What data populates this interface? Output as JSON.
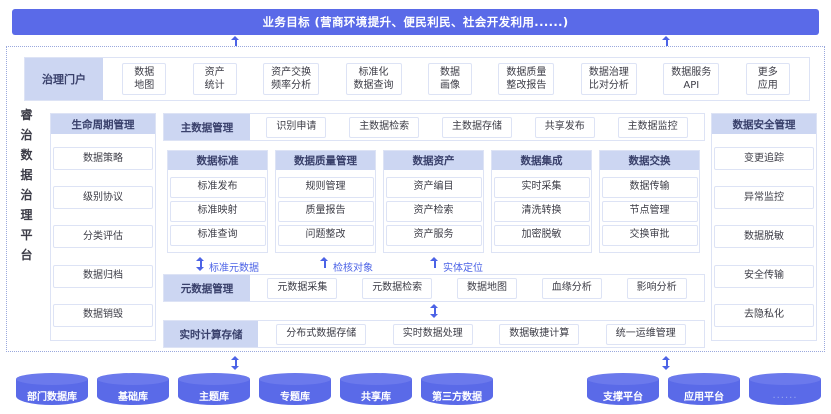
{
  "banner": {
    "title": "业务目标 (营商环境提升、便民利民、社会开发利用......)"
  },
  "brand": {
    "name": "睿治数据治理平台"
  },
  "toolbar": {
    "head": "治理门户",
    "items": [
      {
        "l1": "数据",
        "l2": "地图"
      },
      {
        "l1": "资产",
        "l2": "统计"
      },
      {
        "l1": "资产交换",
        "l2": "频率分析"
      },
      {
        "l1": "标准化",
        "l2": "数据查询"
      },
      {
        "l1": "数据",
        "l2": "画像"
      },
      {
        "l1": "数据质量",
        "l2": "整改报告"
      },
      {
        "l1": "数据治理",
        "l2": "比对分析"
      },
      {
        "l1": "数据服务",
        "l2": "API"
      },
      {
        "l1": "更多",
        "l2": "应用"
      }
    ]
  },
  "lifecycle": {
    "head": "生命周期管理",
    "items": [
      "数据策略",
      "级别协议",
      "分类评估",
      "数据归档",
      "数据销毁"
    ]
  },
  "security": {
    "head": "数据安全管理",
    "items": [
      "变更追踪",
      "异常监控",
      "数据脱敏",
      "安全传输",
      "去隐私化"
    ]
  },
  "master_data": {
    "head": "主数据管理",
    "items": [
      "识别申请",
      "主数据检索",
      "主数据存储",
      "共享发布",
      "主数据监控"
    ]
  },
  "columns": [
    {
      "head": "数据标准",
      "items": [
        "标准发布",
        "标准映射",
        "标准查询"
      ]
    },
    {
      "head": "数据质量管理",
      "items": [
        "规则管理",
        "质量报告",
        "问题整改"
      ]
    },
    {
      "head": "数据资产",
      "items": [
        "资产编目",
        "资产检索",
        "资产服务"
      ]
    },
    {
      "head": "数据集成",
      "items": [
        "实时采集",
        "清洗转换",
        "加密脱敏"
      ]
    },
    {
      "head": "数据交换",
      "items": [
        "数据传输",
        "节点管理",
        "交换审批"
      ]
    }
  ],
  "flow_labels": [
    "标准元数据",
    "检核对象",
    "实体定位"
  ],
  "metadata": {
    "head": "元数据管理",
    "items": [
      "元数据采集",
      "元数据检索",
      "数据地图",
      "血缘分析",
      "影响分析"
    ]
  },
  "realtime": {
    "head": "实时计算存储",
    "items": [
      "分布式数据存储",
      "实时数据处理",
      "数据敏捷计算",
      "统一运维管理"
    ]
  },
  "sources_left": [
    "部门数据库",
    "基础库",
    "主题库",
    "专题库",
    "共享库",
    "第三方数据"
  ],
  "sources_right": [
    "支撑平台",
    "应用平台",
    "......"
  ],
  "colors": {
    "accent": "#5a6ae8",
    "head_band": "#ccd6f2",
    "border": "#dde3f5",
    "arrow": "#4c63e6",
    "dotted": "#9aa8dd"
  }
}
